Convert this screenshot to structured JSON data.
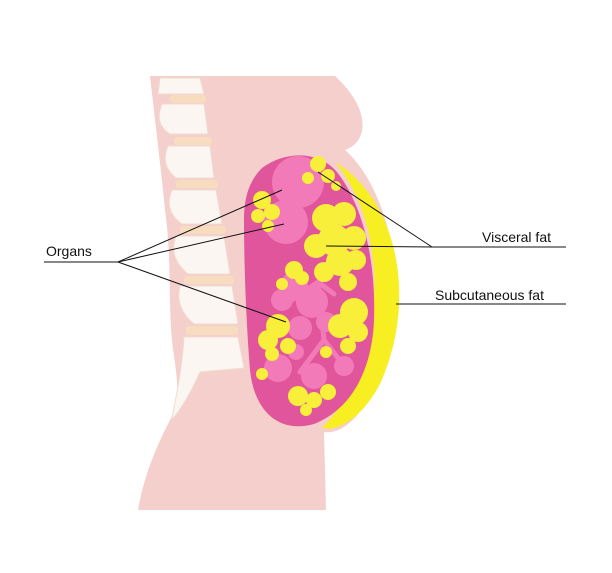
{
  "labels": {
    "organs": "Organs",
    "visceral_fat": "Visceral fat",
    "subcutaneous_fat": "Subcutaneous fat"
  },
  "colors": {
    "body": "#f5cfcb",
    "vertebra": "#fbf6f1",
    "disc": "#f8dcc0",
    "cavity": "#e0559b",
    "organ": "#f27ab8",
    "visceral_fat": "#f8ef3b",
    "subcutaneous_fat": "#f8ef22",
    "leader_line": "#111111"
  }
}
